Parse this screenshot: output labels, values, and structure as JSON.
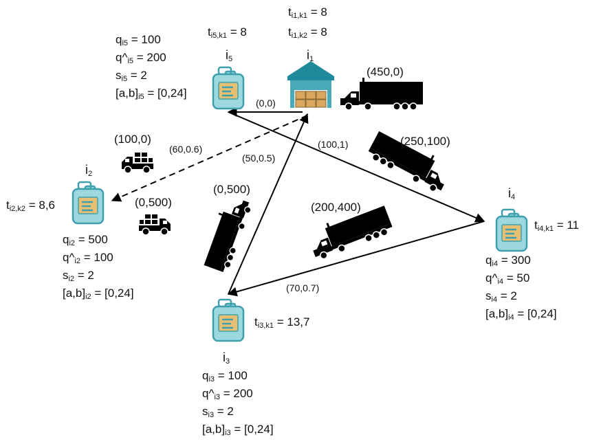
{
  "nodes": {
    "i1": {
      "label": "i",
      "sub": "1"
    },
    "i2": {
      "label": "i",
      "sub": "2"
    },
    "i3": {
      "label": "i",
      "sub": "3"
    },
    "i4": {
      "label": "i",
      "sub": "4"
    },
    "i5": {
      "label": "i",
      "sub": "5"
    }
  },
  "times": {
    "i1_k1": {
      "t": "t",
      "sub": "i1,k1",
      "val": " = 8"
    },
    "i1_k2": {
      "t": "t",
      "sub": "i1,k2",
      "val": " = 8"
    },
    "i5_k1": {
      "t": "t",
      "sub": "i5,k1",
      "val": " = 8"
    },
    "i2_k2": {
      "t": "t",
      "sub": "i2,k2",
      "val": " = 8,6"
    },
    "i4_k1": {
      "t": "t",
      "sub": "i4,k1",
      "val": " = 11"
    },
    "i3_k1": {
      "t": "t",
      "sub": "i3,k1",
      "val": " = 13,7"
    }
  },
  "attrs": {
    "i5": {
      "q": {
        "a": "q",
        "sub": "i5",
        "val": " = 100"
      },
      "qhat": {
        "a": "q^",
        "sub": "i5",
        "val": " = 200"
      },
      "s": {
        "a": "s",
        "sub": "i5",
        "val": " = 2"
      },
      "ab": {
        "a": "[a,b]",
        "sub": "i5",
        "val": " = [0,24]"
      }
    },
    "i2": {
      "q": {
        "a": "q",
        "sub": "i2",
        "val": " = 500"
      },
      "qhat": {
        "a": "q^",
        "sub": "i2",
        "val": " = 100"
      },
      "s": {
        "a": "s",
        "sub": "i2",
        "val": " = 2"
      },
      "ab": {
        "a": "[a,b]",
        "sub": "i2",
        "val": " = [0,24]"
      }
    },
    "i4": {
      "q": {
        "a": "q",
        "sub": "i4",
        "val": " = 300"
      },
      "qhat": {
        "a": "q^",
        "sub": "i4",
        "val": " = 50"
      },
      "s": {
        "a": "s",
        "sub": "i4",
        "val": " = 2"
      },
      "ab": {
        "a": "[a,b]",
        "sub": "i4",
        "val": " = [0,24]"
      }
    },
    "i3": {
      "q": {
        "a": "q",
        "sub": "i3",
        "val": " = 100"
      },
      "qhat": {
        "a": "q^",
        "sub": "i3",
        "val": " = 200"
      },
      "s": {
        "a": "s",
        "sub": "i3",
        "val": " = 2"
      },
      "ab": {
        "a": "[a,b]",
        "sub": "i3",
        "val": " = [0,24]"
      }
    }
  },
  "edges": {
    "i5_i1": "(0,0)",
    "i1_i2": "(60,0.6)",
    "i5_i4": "(100,1)",
    "i1_i3": "(50,0.5)",
    "i4_i3": "(70,0.7)"
  },
  "vehicles": {
    "truck_i1": "(450,0)",
    "truck_diag": "(250,100)",
    "truck_mid": "(200,400)",
    "truck_vert": "(0,500)",
    "van_top": "(100,0)",
    "van_bottom": "(0,500)"
  },
  "colors": {
    "container_fill": "#9ed8df",
    "container_stroke": "#3fa0ad",
    "label_fill": "#e6bf73",
    "warehouse_roof": "#1f8a9c",
    "warehouse_wall": "#4aa9b6",
    "box_fill": "#d9a85e",
    "truck": "#000000"
  }
}
